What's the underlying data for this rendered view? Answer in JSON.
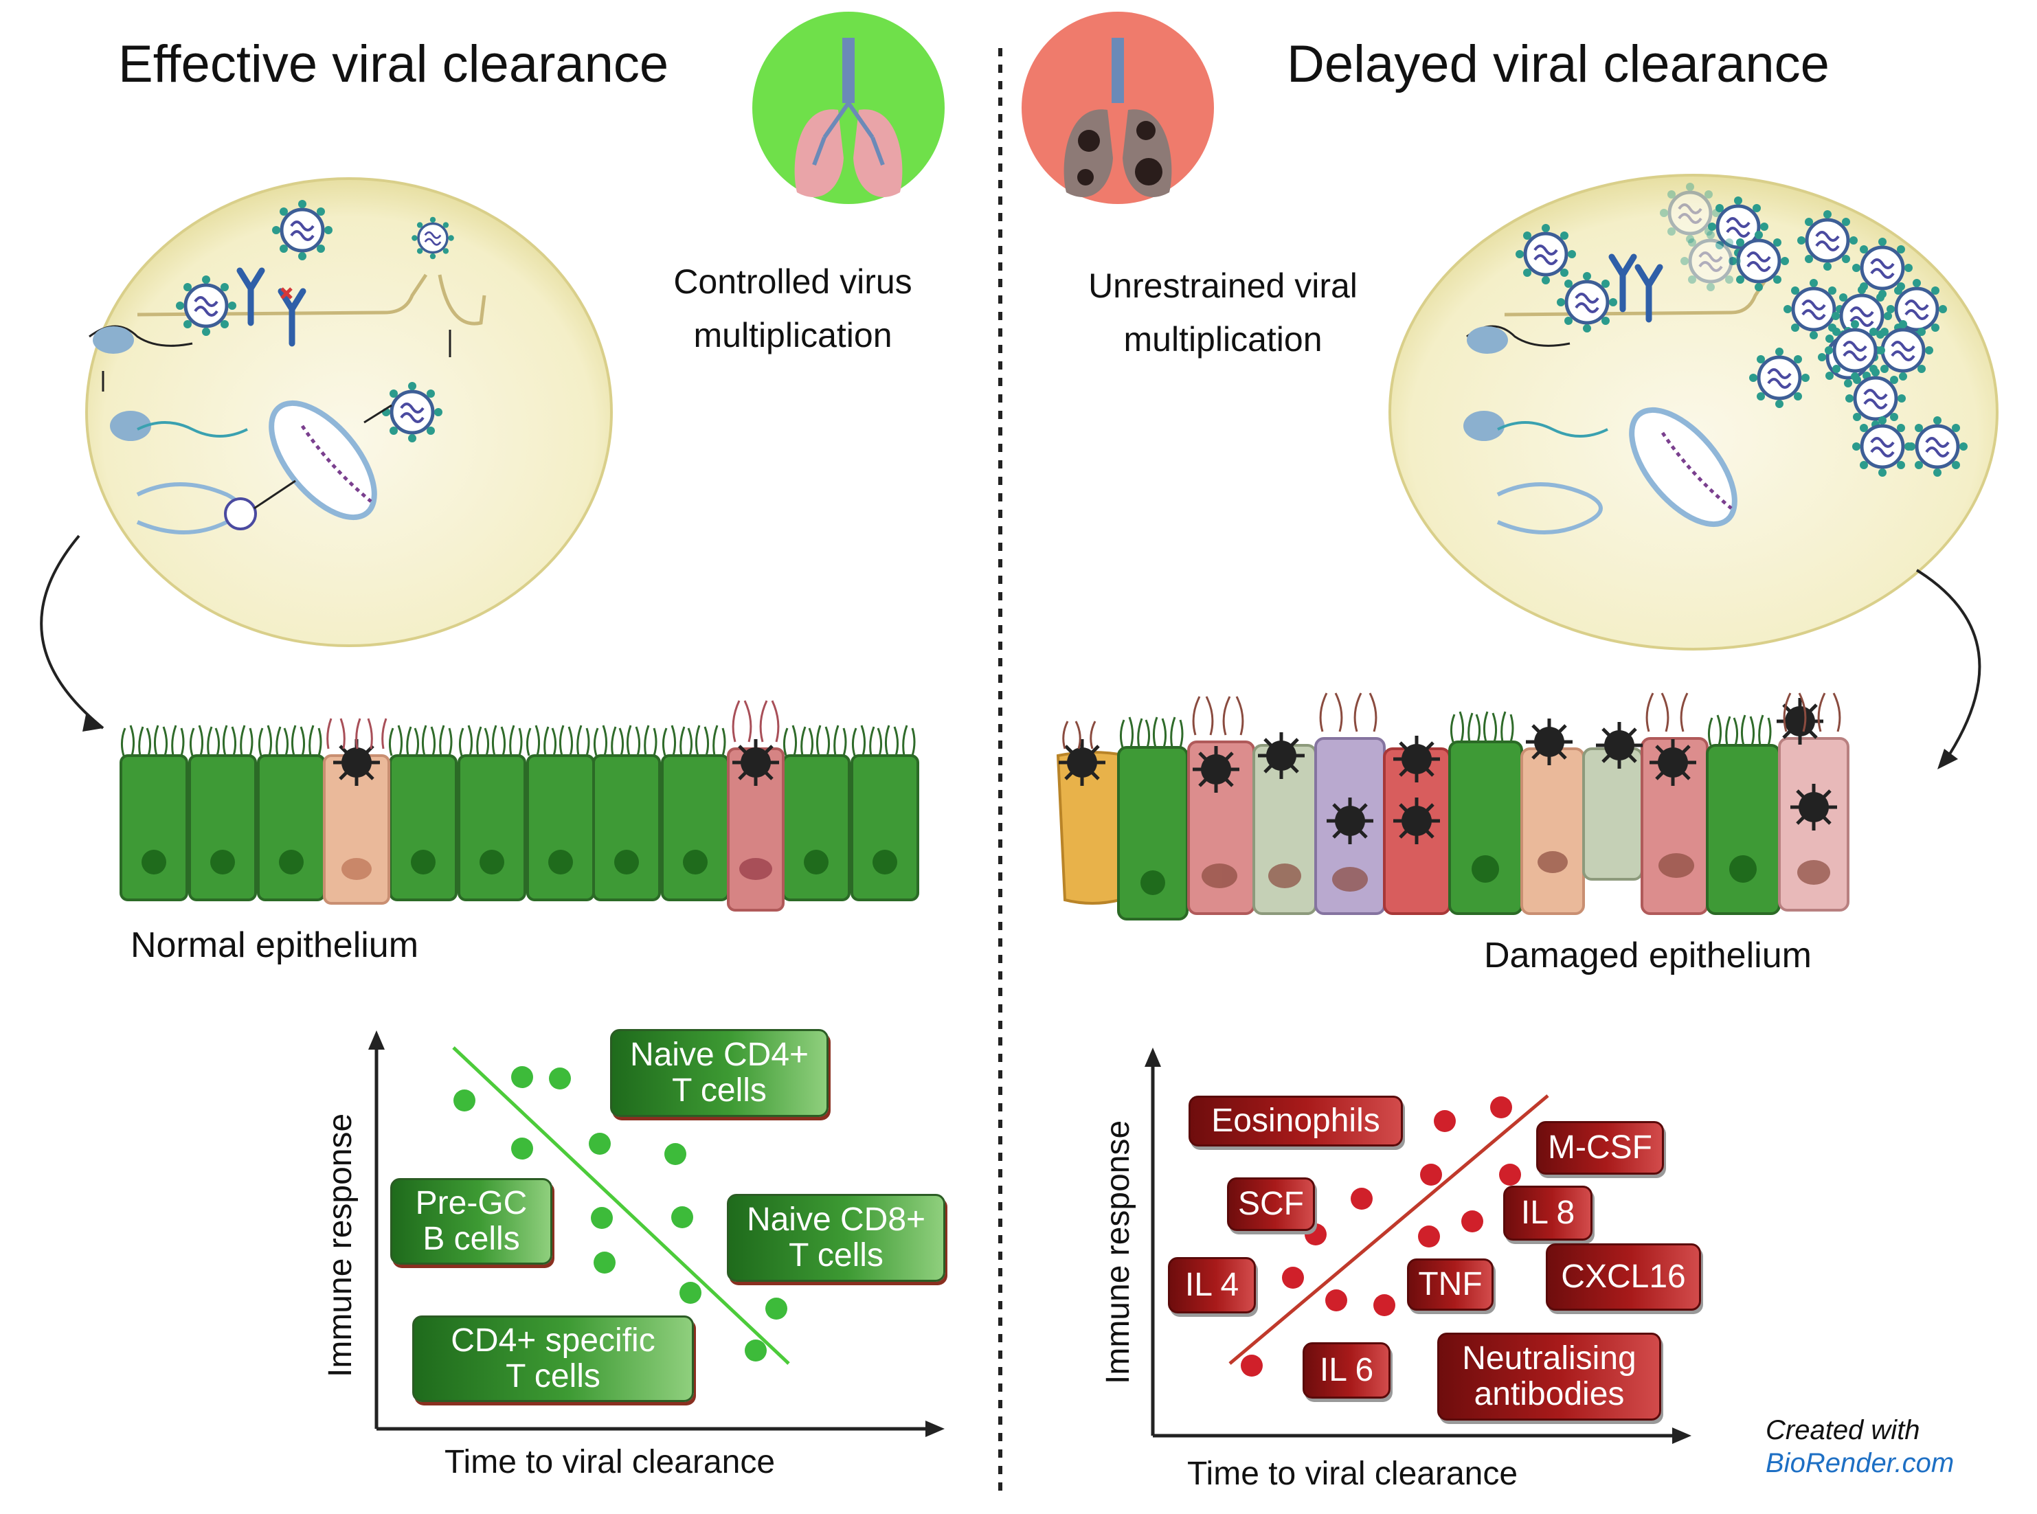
{
  "left": {
    "title": "Effective viral clearance",
    "subtitle_line1": "Controlled virus",
    "subtitle_line2": "multiplication",
    "epithelium_label": "Normal  epithelium",
    "graph": {
      "ylabel": "Immune response",
      "xlabel": "Time to viral clearance",
      "boxes": [
        {
          "line1": "Naive CD4+",
          "line2": "T cells"
        },
        {
          "line1": "Pre-GC",
          "line2": "B cells"
        },
        {
          "line1": "Naive CD8+",
          "line2": "T cells"
        },
        {
          "line1": "CD4+ specific",
          "line2": "T cells"
        }
      ]
    },
    "colors": {
      "lung_circle": "#6fe04a",
      "dots": "#3dbb3a",
      "trend_line": "#4ccb3a"
    }
  },
  "right": {
    "title": "Delayed viral clearance",
    "subtitle_line1": "Unrestrained viral",
    "subtitle_line2": "multiplication",
    "epithelium_label": "Damaged  epithelium",
    "graph": {
      "ylabel": "Immune response",
      "xlabel": "Time to viral clearance",
      "boxes": [
        {
          "line1": "Eosinophils"
        },
        {
          "line1": "M-CSF"
        },
        {
          "line1": "SCF"
        },
        {
          "line1": "IL 8"
        },
        {
          "line1": "IL 4"
        },
        {
          "line1": "TNF"
        },
        {
          "line1": "CXCL16"
        },
        {
          "line1": "IL 6"
        },
        {
          "line1": "Neutralising",
          "line2": "antibodies"
        }
      ]
    },
    "colors": {
      "lung_circle": "#ef7b6c",
      "dots": "#d0202a",
      "trend_line": "#c0392b"
    }
  },
  "credit": {
    "line1": "Created with",
    "line2": "BioRender.com"
  },
  "icons": [
    "lungs-icon",
    "virus-icon",
    "antibody-icon",
    "mitochondrion-icon",
    "epithelial-cell-icon"
  ]
}
